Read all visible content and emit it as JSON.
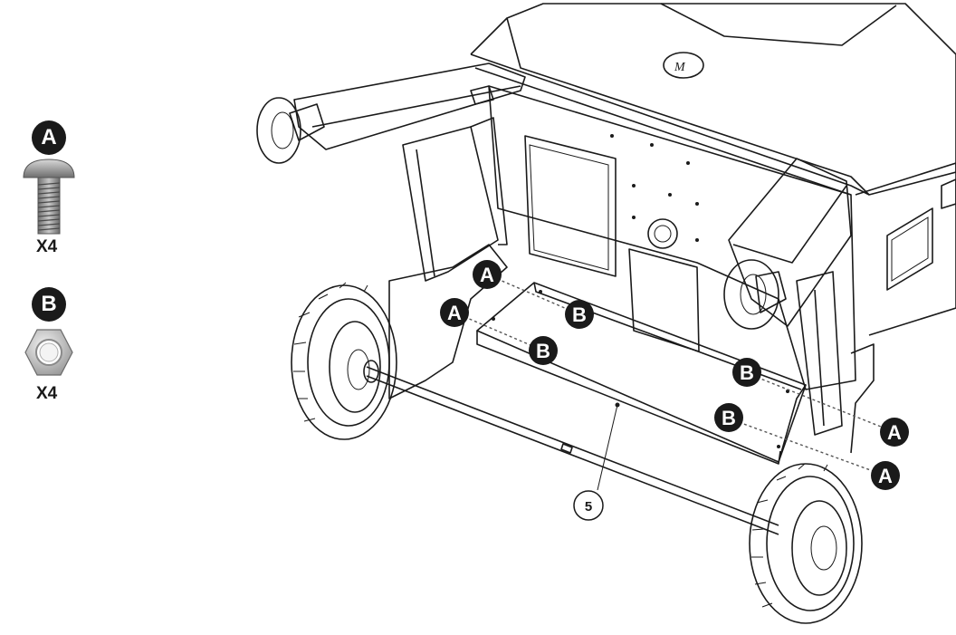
{
  "legend": {
    "parts": [
      {
        "letter": "A",
        "icon": "screw-icon",
        "qty": "X4"
      },
      {
        "letter": "B",
        "icon": "hex-nut-icon",
        "qty": "X4"
      }
    ]
  },
  "callouts": {
    "a_left_top": "A",
    "a_left_bottom": "A",
    "a_right_top": "A",
    "a_right_bottom": "A",
    "b_left_top": "B",
    "b_left_bottom": "B",
    "b_right_top": "B",
    "b_right_bottom": "B"
  },
  "part_number": "5",
  "colors": {
    "ink": "#1a1a1a",
    "shelf_fill": "#d4d4d4",
    "hardware_fill": "#a7a7a7"
  }
}
